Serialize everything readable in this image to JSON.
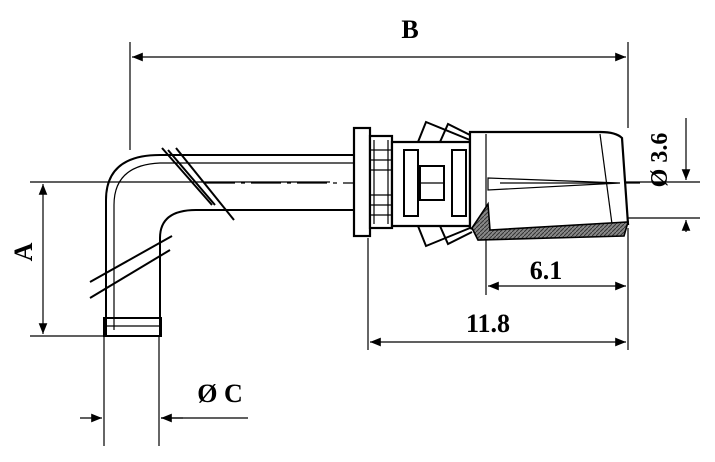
{
  "dimensions": {
    "b": "B",
    "a": "A",
    "c": "Ø C",
    "d36": "Ø 3.6",
    "d61": "6.1",
    "d118": "11.8"
  },
  "colors": {
    "ink": "#000000",
    "paper": "#ffffff",
    "hatch": "#555555"
  }
}
